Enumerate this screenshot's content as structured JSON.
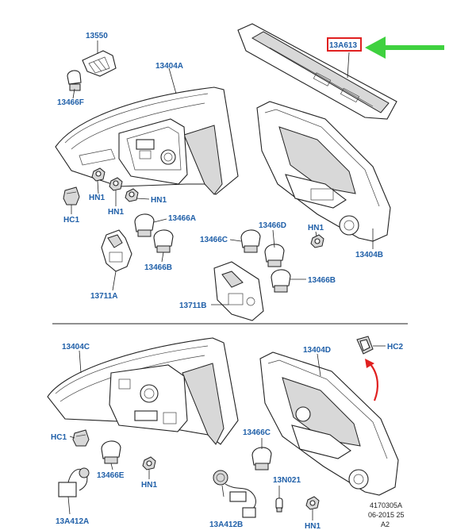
{
  "labels": {
    "l13550": "13550",
    "l13466F": "13466F",
    "l13404A": "13404A",
    "l13A613": "13A613",
    "lHN1a": "HN1",
    "lHN1b": "HN1",
    "lHN1c": "HN1",
    "lHC1a": "HC1",
    "l13466A": "13466A",
    "l13466B1": "13466B",
    "l13711A": "13711A",
    "l13466C1": "13466C",
    "l13466D": "13466D",
    "l13466B2": "13466B",
    "l13711B": "13711B",
    "lHN1d": "HN1",
    "l13404B": "13404B",
    "l13404C": "13404C",
    "l13404D": "13404D",
    "lHC2": "HC2",
    "lHC1b": "HC1",
    "l13466E": "13466E",
    "lHN1e": "HN1",
    "l13466C2": "13466C",
    "l13N021": "13N021",
    "l13A412A": "13A412A",
    "l13A412B": "13A412B",
    "lHN1f": "HN1"
  },
  "reference": {
    "line1": "4170305A",
    "line2": "06-2015 25",
    "line3": "A2"
  },
  "colors": {
    "label_text": "#1f5fa8",
    "highlight_box": "#e02020",
    "pointer_arrow": "#3fd13f",
    "flip_arrow": "#e02020"
  },
  "icons": [
    "pointer-arrow-icon",
    "curved-arrow-icon"
  ]
}
